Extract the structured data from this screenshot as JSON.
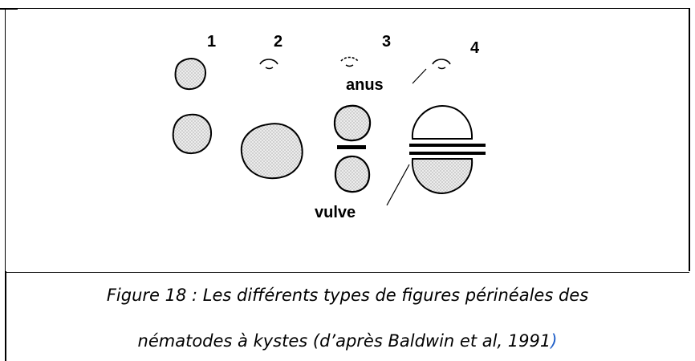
{
  "diagram": {
    "numbers": [
      "1",
      "2",
      "3",
      "4"
    ],
    "label_anus": "anus",
    "label_vulve": "vulve",
    "colors": {
      "stroke": "#000000",
      "fill": "#d9d9d9"
    }
  },
  "caption": {
    "line1": "Figure 18 : Les différents types de figures périnéales des",
    "line2_main": "nématodes à kystes (d’après Baldwin et al, 1991",
    "line2_paren": ")",
    "paren_color": "#1f5fc8"
  }
}
